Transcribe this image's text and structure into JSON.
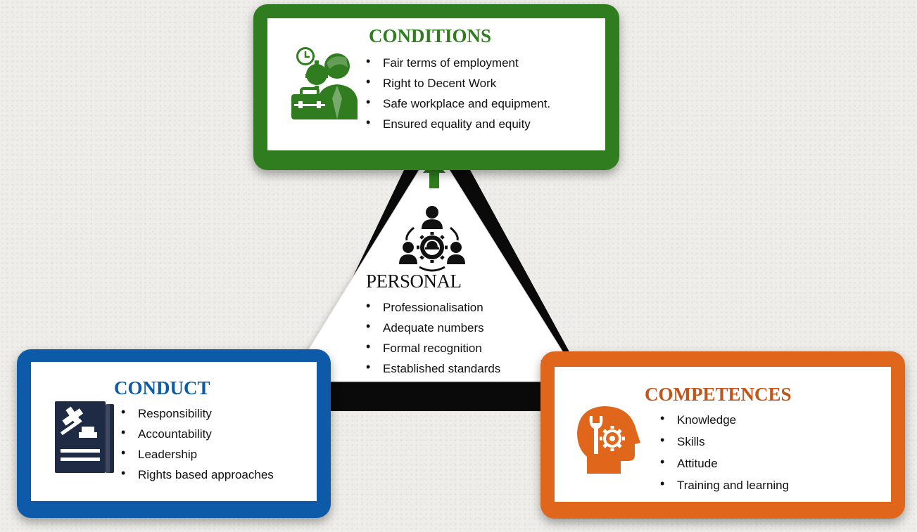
{
  "colors": {
    "conditions": "#2f7d1e",
    "conduct": "#0c5aa8",
    "competences": "#e0661b",
    "dark_icon": "#1f2a44",
    "black_triangle": "#0a0a0a"
  },
  "conditions": {
    "title": "CONDITIONS",
    "items": [
      "Fair terms of employment",
      "Right to Decent Work",
      "Safe workplace and equipment.",
      "Ensured equality and equity"
    ],
    "icon": "workers-briefcase-icon"
  },
  "personal": {
    "title": "PERSONAL",
    "items": [
      "Professionalisation",
      "Adequate numbers",
      "Formal recognition",
      "Established standards"
    ],
    "icon": "team-network-icon"
  },
  "conduct": {
    "title": "CONDUCT",
    "items": [
      "Responsibility",
      "Accountability",
      "Leadership",
      "Rights based approaches"
    ],
    "icon": "law-book-gavel-icon"
  },
  "competences": {
    "title": "COMPETENCES",
    "items": [
      "Knowledge",
      "Skills",
      "Attitude",
      "Training and learning"
    ],
    "icon": "head-gear-icon"
  },
  "arrows": [
    "arrow-up-icon",
    "arrow-down-left-icon",
    "arrow-down-right-icon"
  ]
}
